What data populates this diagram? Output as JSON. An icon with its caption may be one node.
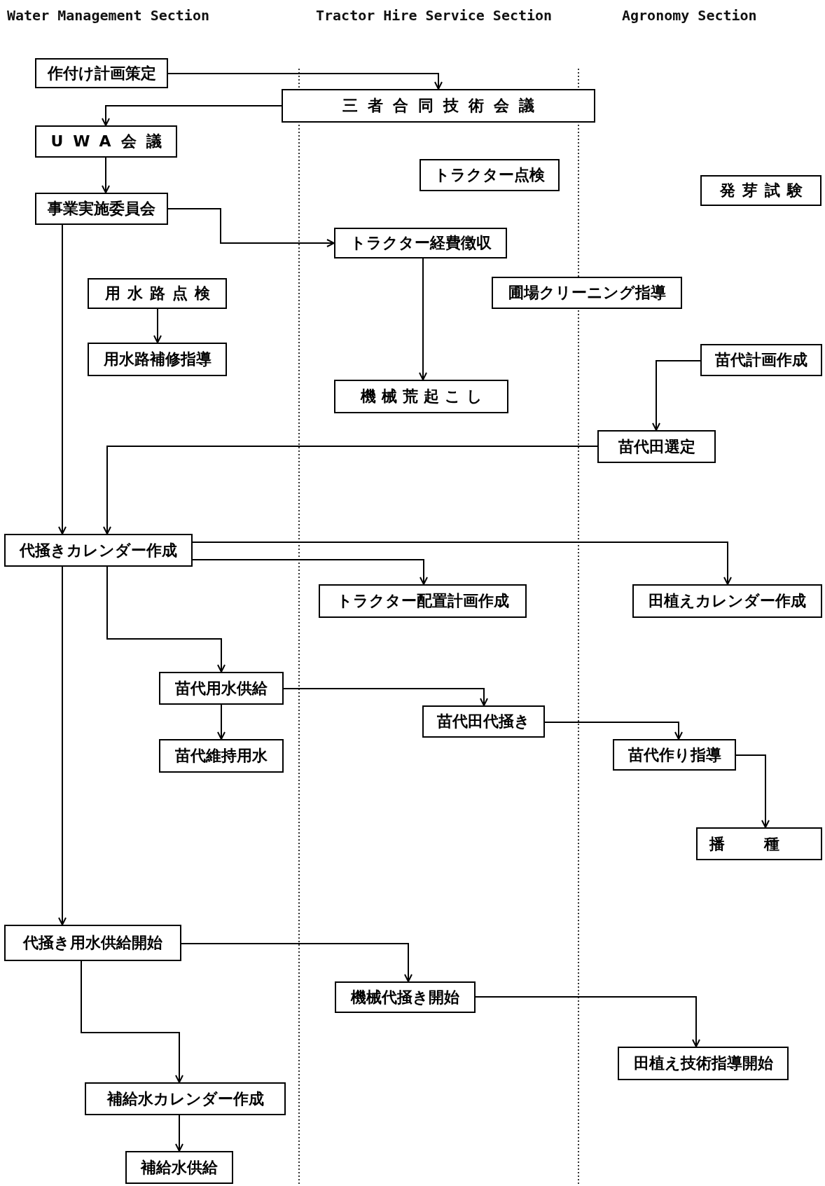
{
  "diagram": {
    "nodes": [
      {
        "text": [
          "作付け計画策定"
        ]
      },
      {
        "text": [
          "三者合同技術会議"
        ]
      },
      {
        "text": [
          "UWA会議"
        ]
      },
      {
        "text": [
          "トラクター点検"
        ]
      },
      {
        "text": [
          "発芽試験"
        ]
      },
      {
        "text": [
          "事業実施委員会"
        ]
      },
      {
        "text": [
          "トラクター経費徴収"
        ]
      },
      {
        "text": [
          "用水路点検"
        ]
      },
      {
        "text": [
          "圃場クリーニング指導"
        ]
      },
      {
        "text": [
          "用水路補修指導"
        ]
      },
      {
        "text": [
          "苗代計画作成"
        ]
      },
      {
        "text": [
          "機械荒起こし"
        ]
      },
      {
        "text": [
          "苗代田選定"
        ]
      },
      {
        "text": [
          "代掻きカレンダー作成"
        ]
      },
      {
        "text": [
          "トラクター配置計画作成"
        ]
      },
      {
        "text": [
          "田植えカレンダー作成"
        ]
      },
      {
        "text": [
          "苗代用水供給"
        ]
      },
      {
        "text": [
          "苗代田代掻き"
        ]
      },
      {
        "text": [
          "苗代維持用水"
        ]
      },
      {
        "text": [
          "苗代作り指導"
        ]
      },
      {
        "text": [
          "播種"
        ]
      },
      {
        "text": [
          "代掻き用水供給開始"
        ]
      },
      {
        "text": [
          "機械代掻き開始"
        ]
      },
      {
        "text": [
          "田植え技術指導開始"
        ]
      },
      {
        "text": [
          "補給水カレンダー作成"
        ]
      },
      {
        "text": [
          "補給水供給"
        ]
      }
    ],
    "edges": [
      {
        "from": 0,
        "to": 1,
        "arrow": "to"
      },
      {
        "from": 1,
        "to": 2,
        "arrow": "to"
      },
      {
        "from": 2,
        "to": 5,
        "arrow": "to"
      },
      {
        "from": 5,
        "to": 6,
        "arrow": "to"
      },
      {
        "from": 5,
        "to": 13,
        "arrow": "to"
      },
      {
        "from": 12,
        "to": 13,
        "arrow": "to"
      },
      {
        "from": 7,
        "to": 9,
        "arrow": "to"
      },
      {
        "from": 6,
        "to": 11,
        "arrow": "to"
      },
      {
        "from": 10,
        "to": 12,
        "arrow": "to"
      },
      {
        "from": 13,
        "to": 14,
        "arrow": "to"
      },
      {
        "from": 13,
        "to": 15,
        "arrow": "to"
      },
      {
        "from": 13,
        "to": 16,
        "arrow": "to"
      },
      {
        "from": 13,
        "to": 21,
        "arrow": "to"
      },
      {
        "from": 16,
        "to": 18,
        "arrow": "to"
      },
      {
        "from": 16,
        "to": 17,
        "arrow": "to"
      },
      {
        "from": 17,
        "to": 19,
        "arrow": "to"
      },
      {
        "from": 19,
        "to": 20,
        "arrow": "to"
      },
      {
        "from": 21,
        "to": 22,
        "arrow": "to"
      },
      {
        "from": 22,
        "to": 23,
        "arrow": "to"
      },
      {
        "from": 21,
        "to": 24,
        "arrow": "to"
      },
      {
        "from": 24,
        "to": 25,
        "arrow": "to"
      }
    ],
    "labels": [
      "Water Management Section",
      "Tractor Hire Service Section",
      "Agronomy Section"
    ]
  }
}
